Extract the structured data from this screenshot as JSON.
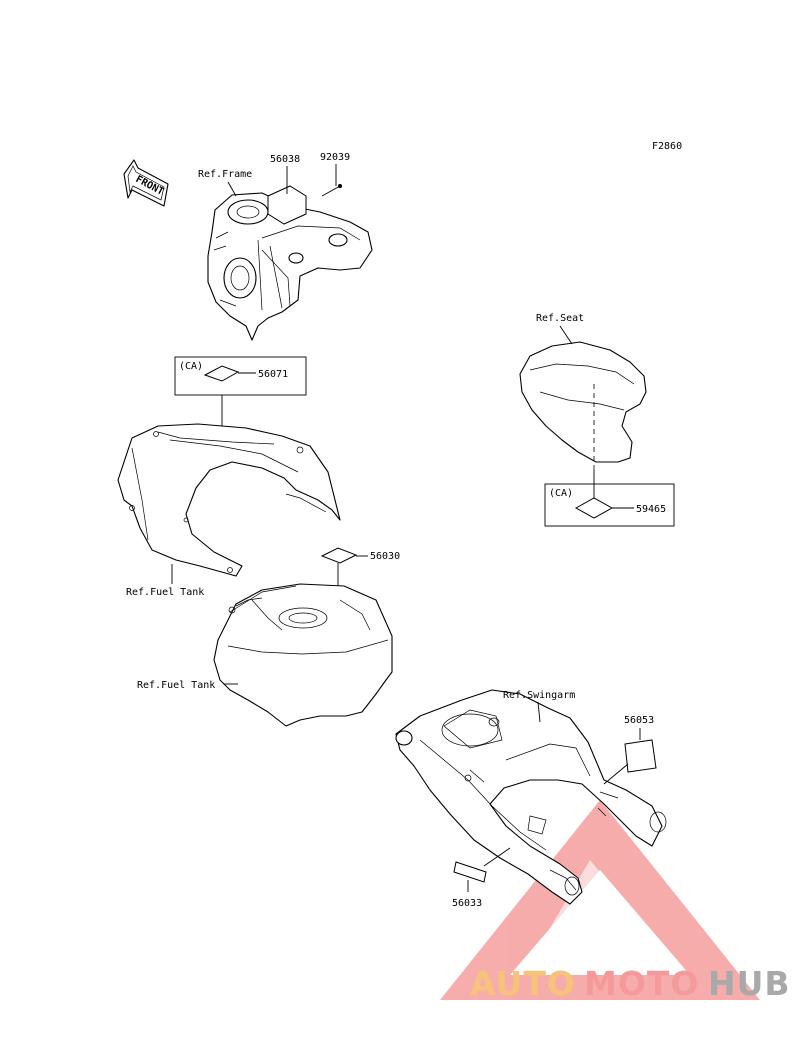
{
  "figure_code": "F2860",
  "front_marker": "FRONT",
  "refs": {
    "frame": "Ref.Frame",
    "seat": "Ref.Seat",
    "fuel_tank_cover": "Ref.Fuel Tank",
    "fuel_tank": "Ref.Fuel Tank",
    "swingarm": "Ref.Swingarm"
  },
  "parts": {
    "p56038": "56038",
    "p92039": "92039",
    "p56071": "56071",
    "p59465": "59465",
    "p56030": "56030",
    "p56053": "56053",
    "p56033": "56033"
  },
  "ca_labels": {
    "tank_box": "(CA)",
    "seat_box": "(CA)"
  },
  "watermark": {
    "part1": "AUTO",
    "part2": "MOTO",
    "part3": "HUB",
    "color1": "#f7c27a",
    "color2": "#f59a9a",
    "color3": "#a9a9a9"
  }
}
